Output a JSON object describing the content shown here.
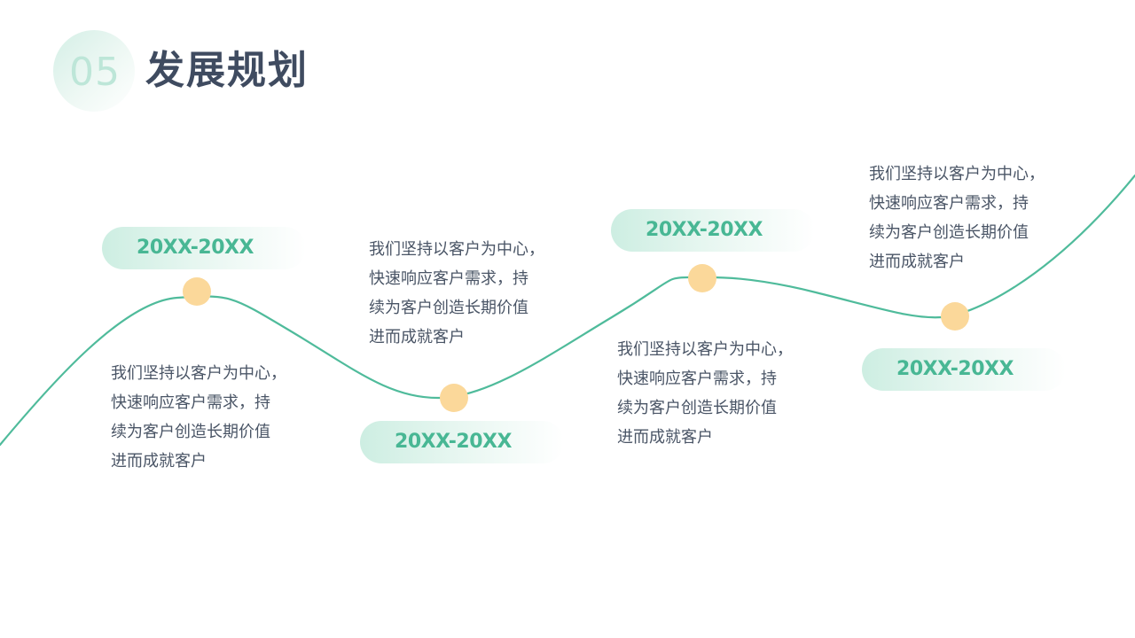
{
  "header": {
    "number": "05",
    "title": "发展规划"
  },
  "colors": {
    "accent": "#48b794",
    "curve": "#4fbb9b",
    "dot": "#fbd89a",
    "title": "#3f4b60",
    "text": "#4a5566"
  },
  "milestones": [
    {
      "period": "20XX-20XX",
      "lines": [
        "我们坚持以客户为中心，",
        "快速响应客户需求，持",
        "续为客户创造长期价值",
        "进而成就客户"
      ]
    },
    {
      "period": "20XX-20XX",
      "lines": [
        "我们坚持以客户为中心，",
        "快速响应客户需求，持",
        "续为客户创造长期价值",
        "进而成就客户"
      ]
    },
    {
      "period": "20XX-20XX",
      "lines": [
        "我们坚持以客户为中心，",
        "快速响应客户需求，持",
        "续为客户创造长期价值",
        "进而成就客户"
      ]
    },
    {
      "period": "20XX-20XX",
      "lines": [
        "我们坚持以客户为中心，",
        "快速响应客户需求，持",
        "续为客户创造长期价值",
        "进而成就客户"
      ]
    }
  ]
}
